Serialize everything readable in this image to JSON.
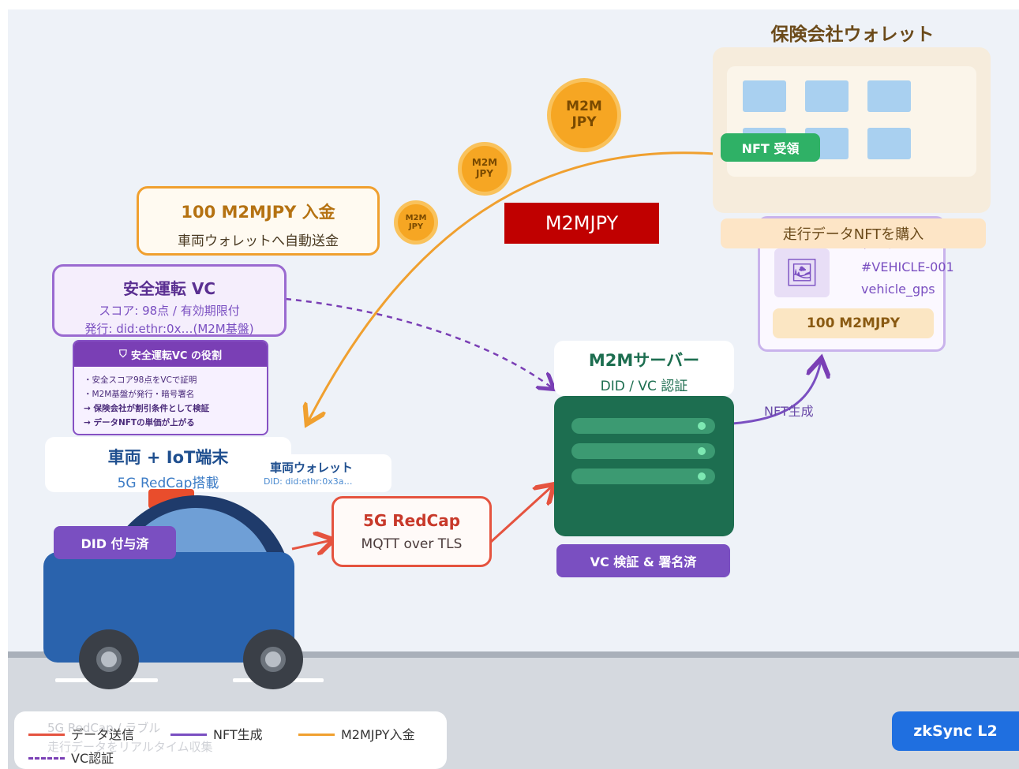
{
  "insurer": {
    "title": "保険会社ウォレット",
    "nft_received": "NFT 受領",
    "purchase": "走行データNFTを購入"
  },
  "nft_card": {
    "title_partial": "データNFT",
    "id": "#VEHICLE-001",
    "type": "vehicle_gps",
    "price": "100 M2MJPY"
  },
  "coins": {
    "large": "M2M\nJPY",
    "medium": "M2M\nJPY",
    "small": "M2M\nJPY"
  },
  "token_banner": "M2MJPY",
  "deposit": {
    "title": "100 M2MJPY 入金",
    "subtitle": "車両ウォレットへ自動送金"
  },
  "safety_vc": {
    "title": "安全運転 VC",
    "line1": "スコア: 98点 / 有効期限付",
    "line2": "発行: did:ethr:0x…(M2M基盤)"
  },
  "vc_role": {
    "header": "安全運転VC の役割",
    "items": [
      "・安全スコア98点をVCで証明",
      "・M2M基盤が発行・暗号署名",
      "→ 保険会社が割引条件として検証",
      "→ データNFTの単価が上がる"
    ]
  },
  "vehicle": {
    "title": "車両 + IoT端末",
    "subtitle": "5G RedCap搭載",
    "did_badge": "DID 付与済"
  },
  "vehicle_wallet": {
    "title": "車両ウォレット",
    "did": "DID: did:ethr:0x3a…"
  },
  "redcap": {
    "title": "5G RedCap",
    "subtitle": "MQTT over TLS"
  },
  "server": {
    "title": "M2Mサーバー",
    "subtitle": "DID / VC 認証",
    "badge": "VC 検証 & 署名済"
  },
  "nft_gen_label": "NFT生成",
  "legend": {
    "data_send": "データ送信",
    "nft_gen": "NFT生成",
    "deposit": "M2MJPY入金",
    "vc": "VC認証",
    "ghost1": "5G RedCap / ラブル",
    "ghost2": "走行データをリアルタイム収集"
  },
  "zksync": "zkSync L2",
  "colors": {
    "data": "#e5533f",
    "nft": "#7a4fc1",
    "deposit": "#f0a02f",
    "vc": "#7a3fb5",
    "server": "#1d6e50",
    "vehicle": "#2a63ad"
  }
}
